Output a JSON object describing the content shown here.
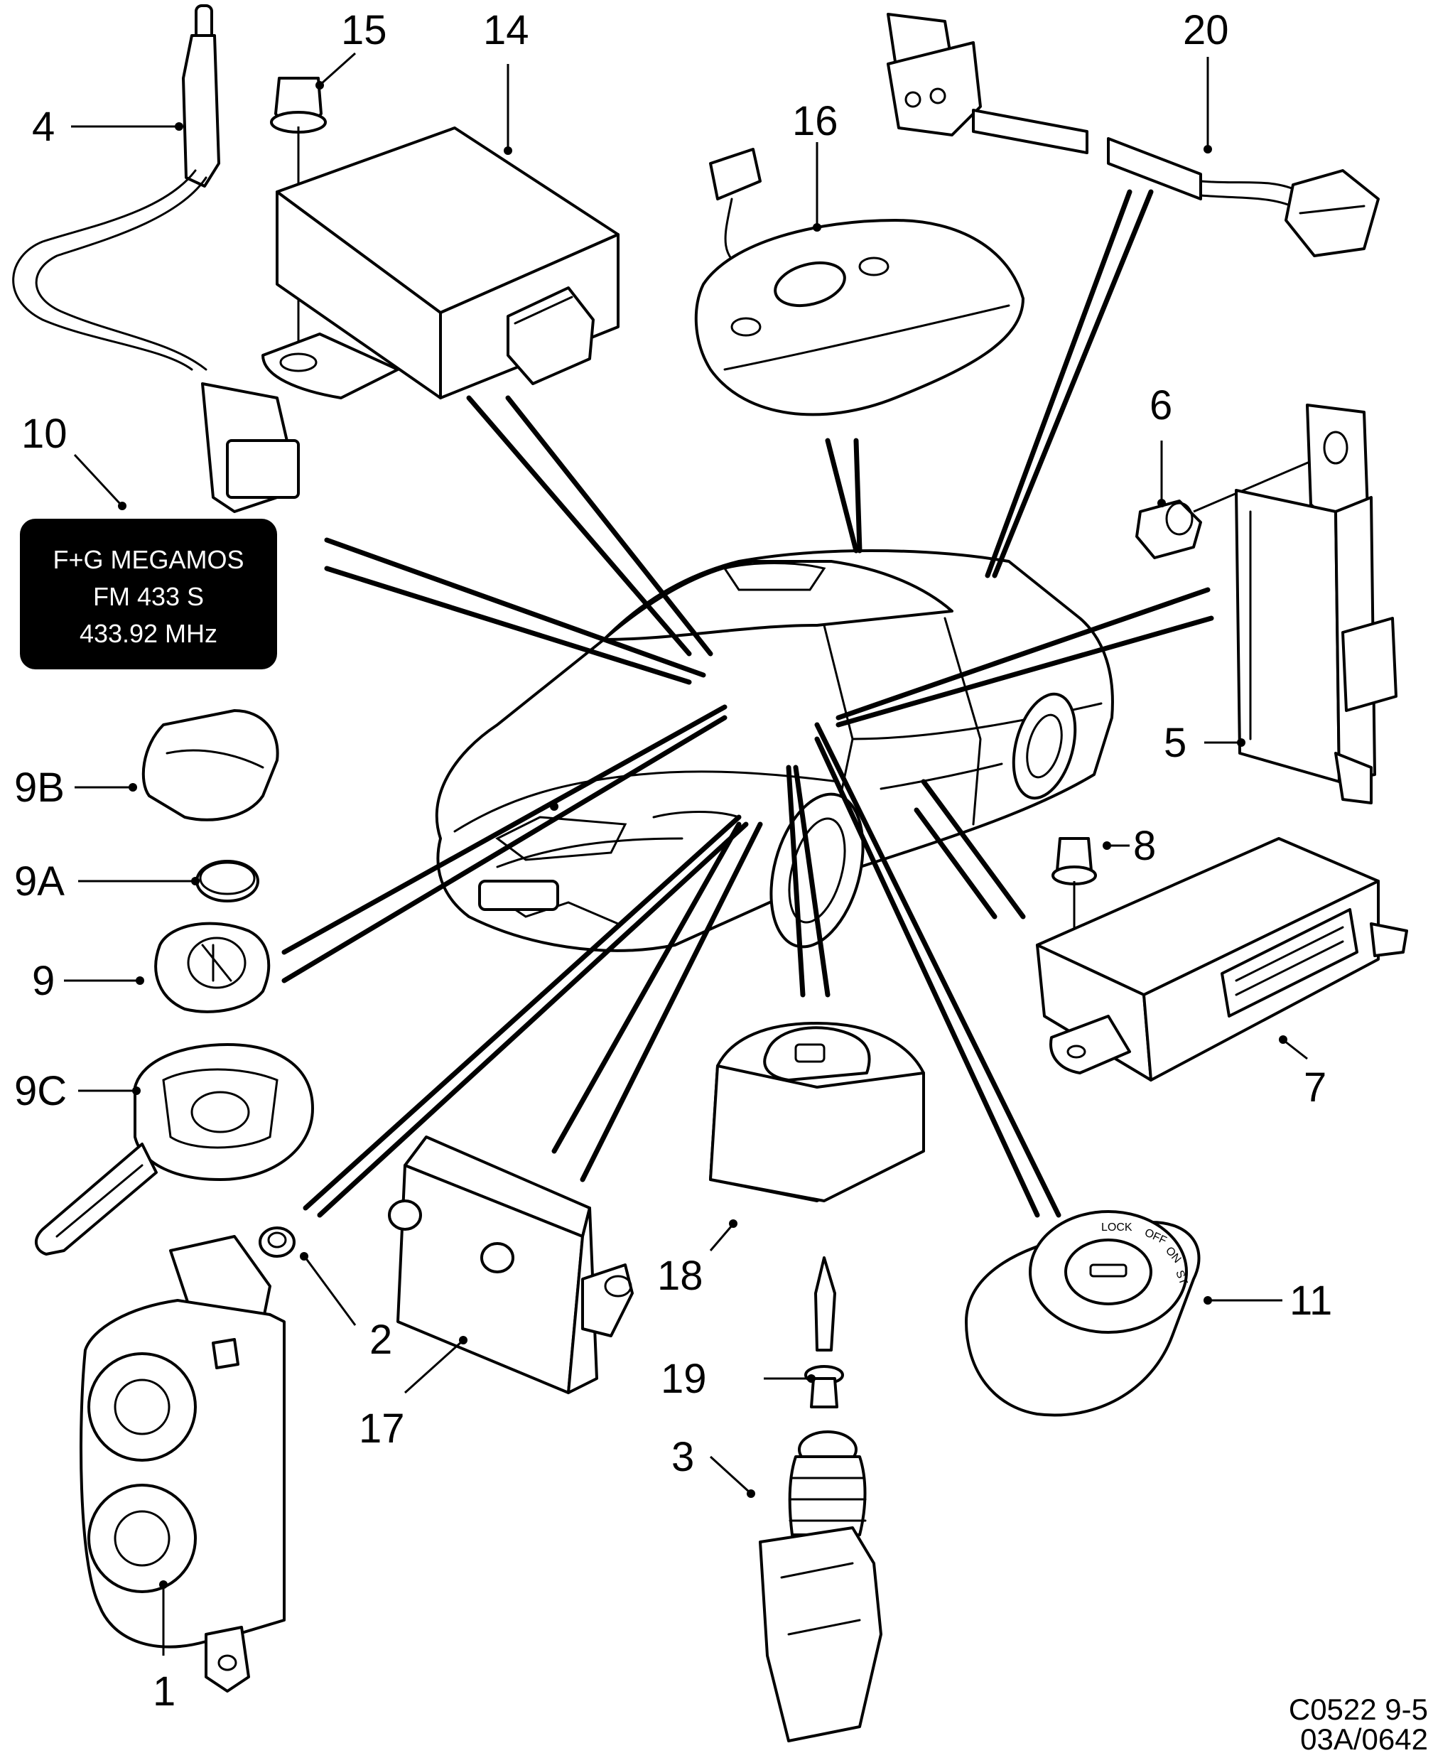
{
  "callouts": {
    "c1": "1",
    "c2": "2",
    "c3": "3",
    "c4": "4",
    "c5": "5",
    "c6": "6",
    "c7": "7",
    "c8": "8",
    "c9": "9",
    "c9a": "9A",
    "c9b": "9B",
    "c9c": "9C",
    "c10": "10",
    "c11": "11",
    "c14": "14",
    "c15": "15",
    "c16": "16",
    "c17": "17",
    "c18": "18",
    "c19": "19",
    "c20": "20"
  },
  "plate": {
    "line1": "F+G MEGAMOS",
    "line2": "FM 433 S",
    "line3": "433.92 MHz"
  },
  "ignition_labels": {
    "lock": "LOCK",
    "off": "OFF",
    "on": "ON",
    "st": "ST"
  },
  "drawing_code": {
    "line1": "C0522 9-5",
    "line2": "03A/0642"
  }
}
